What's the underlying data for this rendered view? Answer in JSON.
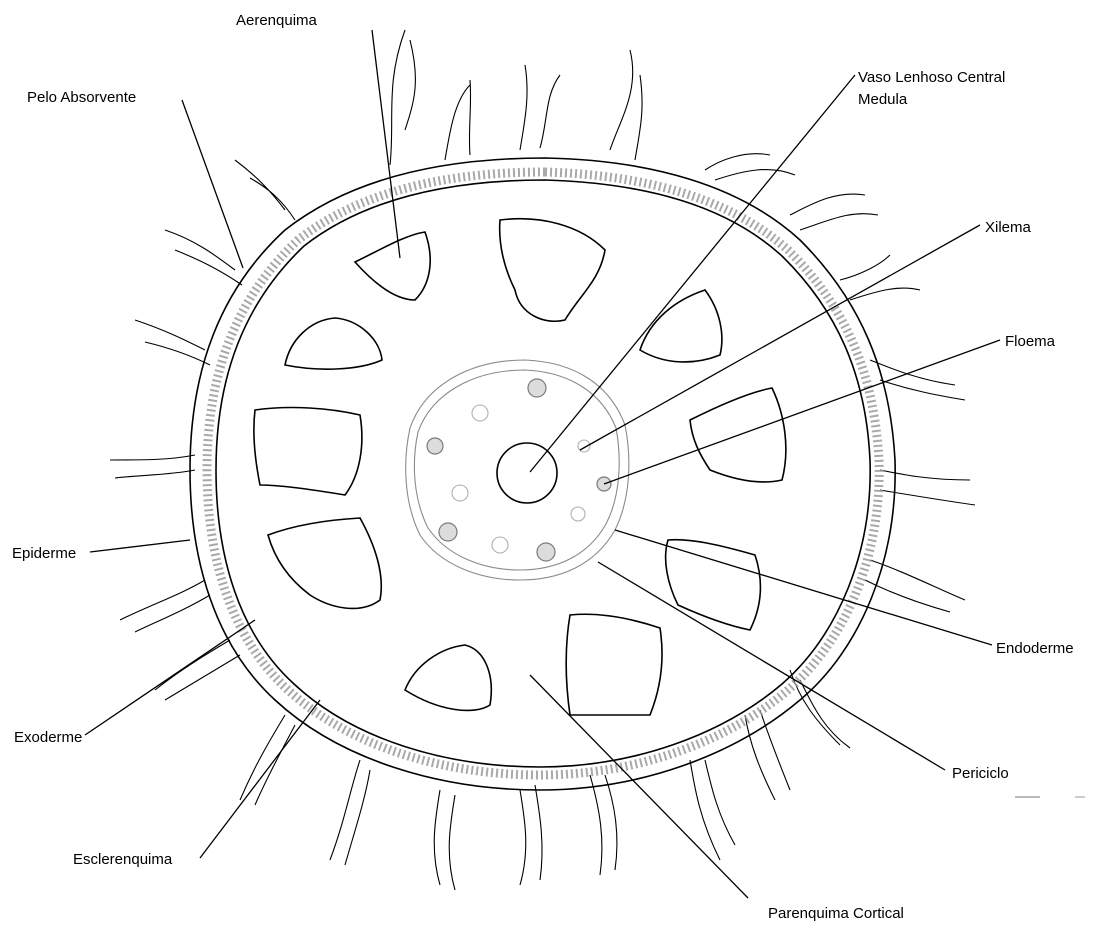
{
  "labels": {
    "aerenquima": "Aerenquima",
    "pelo_absorvente": "Pelo Absorvente",
    "vaso_lenhoso_line1": "Vaso Lenhoso Central",
    "vaso_lenhoso_line2": "Medula",
    "xilema": "Xilema",
    "floema": "Floema",
    "epiderme": "Epiderme",
    "endoderme": "Endoderme",
    "exoderme": "Exoderme",
    "periciclo": "Periciclo",
    "esclerenquima": "Esclerenquima",
    "parenquima_cortical": "Parenquima Cortical"
  }
}
